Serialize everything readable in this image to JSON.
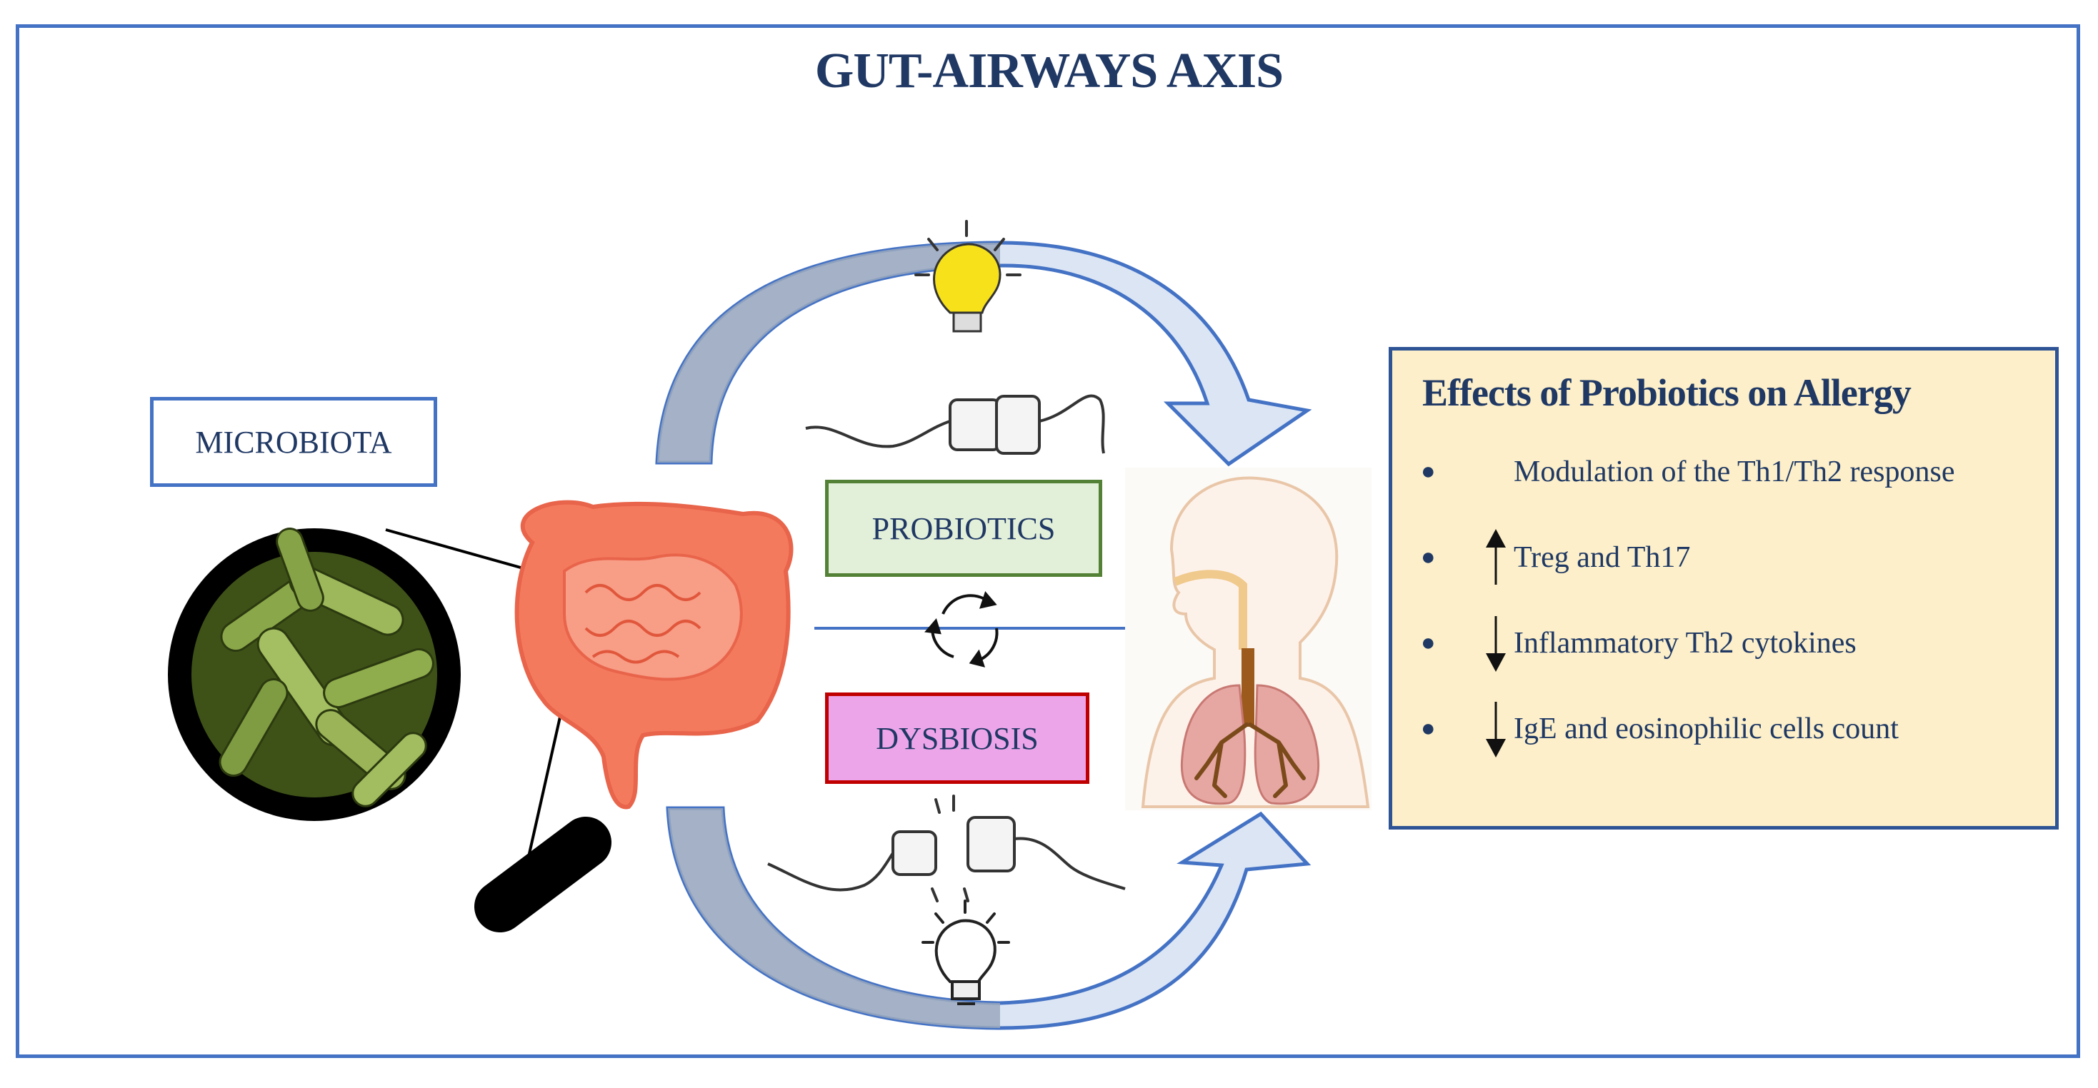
{
  "title": "GUT-AIRWAYS AXIS",
  "labels": {
    "microbiota": "MICROBIOTA",
    "probiotics": "PROBIOTICS",
    "dysbiosis": "DYSBIOSIS"
  },
  "effects": {
    "title": "Effects of Probiotics on Allergy",
    "items": [
      {
        "text": "Modulation of the Th1/Th2 response",
        "direction": "none"
      },
      {
        "text": "Treg and Th17",
        "direction": "up"
      },
      {
        "text": "Inflammatory Th2 cytokines",
        "direction": "down"
      },
      {
        "text": "IgE and eosinophilic cells count",
        "direction": "down"
      }
    ]
  },
  "icons": [
    "magnifier-icon",
    "bacteria-icon",
    "intestine-icon",
    "lightbulb-on-icon",
    "lightbulb-off-icon",
    "plug-connected-icon",
    "plug-disconnected-icon",
    "cycle-icon",
    "airways-icon",
    "lungs-icon"
  ],
  "colors": {
    "frame": "#4472c4",
    "title": "#1f3864",
    "arrow_fill": "#dbe5f4",
    "probiotics_fill": "#e2efd9",
    "dysbiosis_fill": "#eda5e9",
    "panel_fill": "#fcefc9",
    "intestine": "#f47a5e"
  }
}
